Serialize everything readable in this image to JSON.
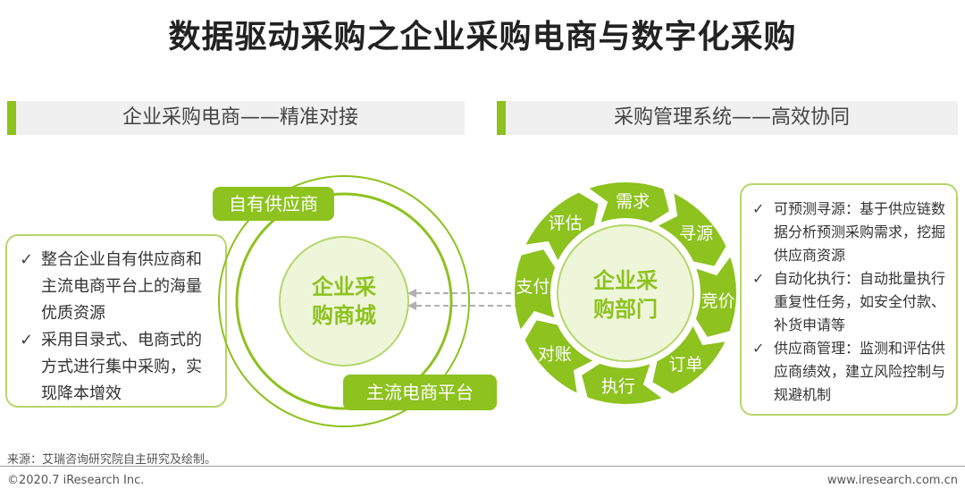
{
  "title": "数据驱动采购之企业采购电商与数字化采购",
  "left_section": {
    "header": "企业采购电商——精准对接",
    "bullets": [
      "整合企业自有供应商和主流电商平台上的海量优质资源",
      "采用目录式、电商式的方式进行集中采购，实现降本增效"
    ],
    "center_label": [
      "企业采",
      "购商城"
    ],
    "tag_top": "自有供应商",
    "tag_bottom": "主流电商平台"
  },
  "right_section": {
    "header": "采购管理系统——高效协同",
    "center_label": [
      "企业采",
      "购部门"
    ],
    "cycle_steps": [
      "需求",
      "寻源",
      "竞价",
      "订单",
      "执行",
      "对账",
      "支付",
      "评估"
    ],
    "bullets": [
      "可预测寻源：基于供应链数据分析预测采购需求，挖掘供应商资源",
      "自动化执行：自动批量执行重复性任务，如安全付款、补货申请等",
      "供应商管理：监测和评估供应商绩效，建立风险控制与规避机制"
    ]
  },
  "check_glyph": "✓",
  "footer": {
    "source": "来源：艾瑞咨询研究院自主研究及绘制。",
    "copyright": "©2020.7 iResearch Inc.",
    "website": "www.iresearch.com.cn"
  },
  "colors": {
    "accent": "#8dc21f",
    "light_green": "#eef6d9",
    "arrow_gray": "#b0b0b0"
  }
}
